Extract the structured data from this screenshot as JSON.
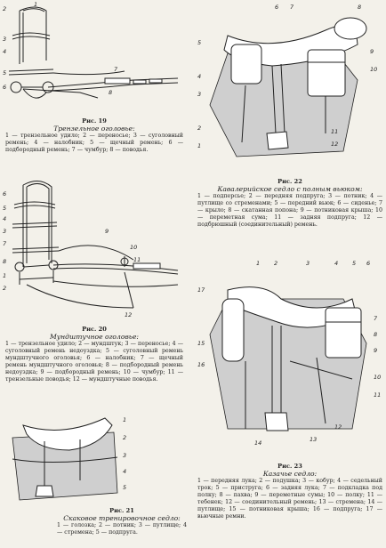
{
  "fig19": {
    "labels": [
      "1",
      "2",
      "3",
      "4",
      "5",
      "6",
      "7",
      "8"
    ],
    "number": "Рис. 19",
    "title": "Трензельное оголовье:",
    "legend": "1 — трензельное удило; 2 — переносье; 3 — суголовный ремень; 4 — налобник; 5 — щечный ремень; 6 — подбородный ремень; 7 — чумбур; 8 — поводья."
  },
  "fig20": {
    "labels": [
      "1",
      "2",
      "3",
      "4",
      "5",
      "6",
      "7",
      "8",
      "9",
      "10",
      "11",
      "12"
    ],
    "number": "Рис. 20",
    "title": "Мундштучное оголовье:",
    "legend": "1 — трензельное удило; 2 — мундштук; 3 — переносье; 4 — суголовный ремень недоуздка; 5 — суголовный ремень мундштучного оголовья; 6 — налобник; 7 — щечный ремень мундштучного оголовья; 8 — подбородный ремень недоуздка; 9 — подбородный ремень; 10 — чумбур; 11 — трензельные поводья; 12 — мундштучные поводья."
  },
  "fig21": {
    "labels": [
      "1",
      "2",
      "3",
      "4",
      "5"
    ],
    "number": "Рис. 21",
    "title": "Скаковое тренировочное седло:",
    "legend": "1 — голозка; 2 — потник; 3 — путлище; 4 — стремена; 5 — подпруга."
  },
  "fig22": {
    "labels": [
      "1",
      "2",
      "3",
      "4",
      "5",
      "6",
      "7",
      "8",
      "9",
      "10",
      "11",
      "12"
    ],
    "number": "Рис. 22",
    "title": "Кавалерийское седло с полным вьюком:",
    "legend": "1 — подперсье; 2 — передняя подпруга; 3 — потник; 4 — путлище со стременами; 5 — передний вьюк; 6 — сиденье; 7 — крыло; 8 — скатанная попона; 9 — потниковая крыша; 10 — переметная сума; 11 — задняя подпруга; 12 — подбрюшный (соединительный) ремень."
  },
  "fig23": {
    "labels": [
      "1",
      "2",
      "3",
      "4",
      "5",
      "6",
      "7",
      "8",
      "9",
      "10",
      "11",
      "12",
      "13",
      "14",
      "15",
      "16",
      "17"
    ],
    "number": "Рис. 23",
    "title": "Казачье седло:",
    "legend": "1 — передняя лука; 2 — подушка; 3 — кобур; 4 — седельный трок; 5 — приструга; 6 — задняя лука; 7 — подкладка под полку; 8 — пахва; 9 — переметные сумы; 10 — полку; 11 — тебенек; 12 — соединительный ремень; 13 — стремена; 14 — путлище; 15 — потниковая крыша; 16 — подпруга; 17 — вьючные ремни."
  }
}
